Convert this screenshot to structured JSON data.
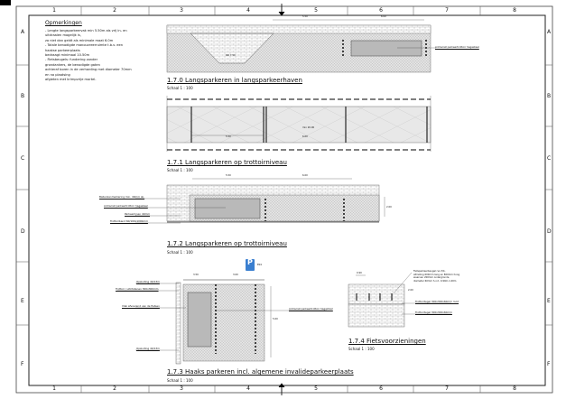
{
  "sheet": {
    "columns": [
      "1",
      "2",
      "3",
      "4",
      "5",
      "6",
      "7",
      "8"
    ],
    "rows": [
      "A",
      "B",
      "C",
      "D",
      "E",
      "F"
    ]
  },
  "remarks": {
    "title": "Opmerkingen",
    "lines": [
      "- Lengte langsparkeervak min 5.50m als vrij in- en",
      "uitdraaien mogelijk is,",
      "zo niet dan geldt als minimale maat 6.0m",
      "- Totale benodigde manouvreerruimte t.b.v. een",
      "haakse parkeerplaats",
      "bedraagt minimaal 10.50m",
      "- Fietsbeugels: fundering zonder",
      "grondankers, de benodigde gaten",
      "achteraf boren in de verharding met diameter 70mm",
      "en na plaatsing",
      "afgieten met krimpvrije mortel."
    ]
  },
  "sections": {
    "s170": {
      "title": "1.7.0 Langsparkeren in langsparkeerhaven",
      "scale": "Schaal 1 : 100",
      "dim1": "5.50",
      "dim2": "6.00",
      "label": "Antraciet parkeertrottoir hagasteel",
      "small_dim": "Rkl 7.50"
    },
    "bays": {
      "dims": [
        "5.50",
        "6.00"
      ],
      "center_label": "min 20.00"
    },
    "s171": {
      "title": "1.7.1 Langsparkeren op trottoirniveau",
      "scale": "Schaal 1 : 100",
      "dim1": "5.50",
      "dim2": "6.00",
      "height_dim": "2.00",
      "labels": [
        "Ballenkenmarkering min. 40mm ok.",
        "Antraciet parkeertrottoir hagasteel",
        "Parkeerlijnen 40mm",
        "Trottoirband 60/100x1000mm"
      ]
    },
    "s172": {
      "title": "1.7.2 Langsparkeren op trottoirniveau",
      "scale": "Schaal 1 : 100",
      "sign_letter": "P",
      "sign_code": "E04"
    },
    "s173": {
      "title": "1.7.3 Haaks parkeren incl. algemene invalideparkeerplaats",
      "scale": "Schaal 1 : 100",
      "dim1": "3.50",
      "dim2": "3.00",
      "height_dim": "5.00",
      "labels": [
        "Opsluiting 40/13m",
        "Trottoir / uitritstenen 300x300mm",
        "Vlak afvoerend van de fietsen",
        "Opsluiting 40/13m"
      ],
      "right_label": "Antraciet parkeertrottoir hagasteel"
    },
    "s174": {
      "title": "1.7.4 Fietsvoorzieningen",
      "scale": "Schaal 1 : 100",
      "dim": "0.90",
      "height_dim": "2.00",
      "note": [
        "Fietsparkeerbeugel rvs 3/4,",
        "afmeting 600mm lang en 800mm hoog",
        "waarvan 200mm ondergronds,",
        "diameter 60mm h.o.h. 0.90m-1.00m"
      ],
      "labels": [
        "Trottoirtegel 300x300x60mm rood",
        "Trottoirtegel 300x300x60mm"
      ]
    }
  },
  "colors": {
    "fill": "#b9b9b9",
    "sign": "#3a7fd0"
  }
}
